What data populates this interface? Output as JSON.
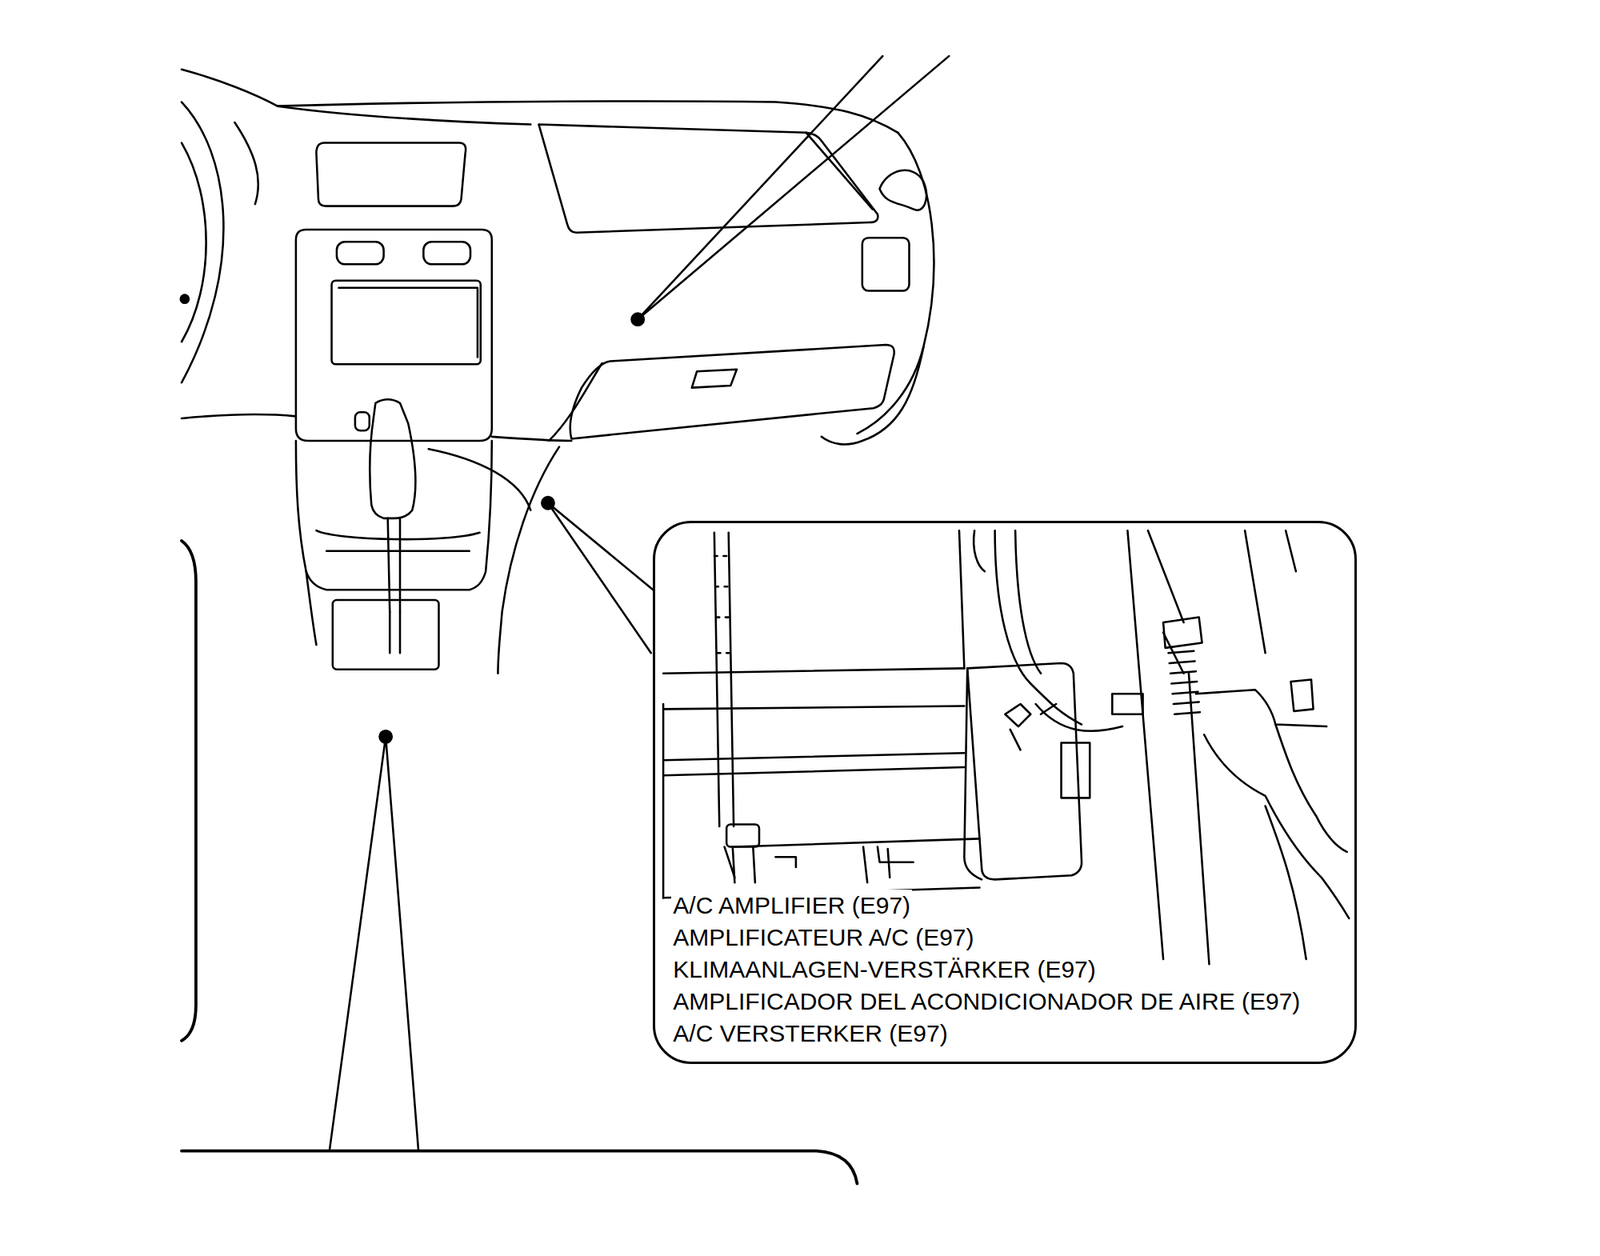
{
  "diagram": {
    "nodes": [
      {
        "text": [
          "A/C AMPLIFIER (E97)",
          "AMPLIFICATEUR A/C (E97)",
          "KLIMAANLAGEN-VERSTÄRKER (E97)",
          "AMPLIFICADOR DEL ACONDICIONADOR DE AIRE (E97)",
          "A/C VERSTERKER (E97)"
        ]
      }
    ]
  }
}
